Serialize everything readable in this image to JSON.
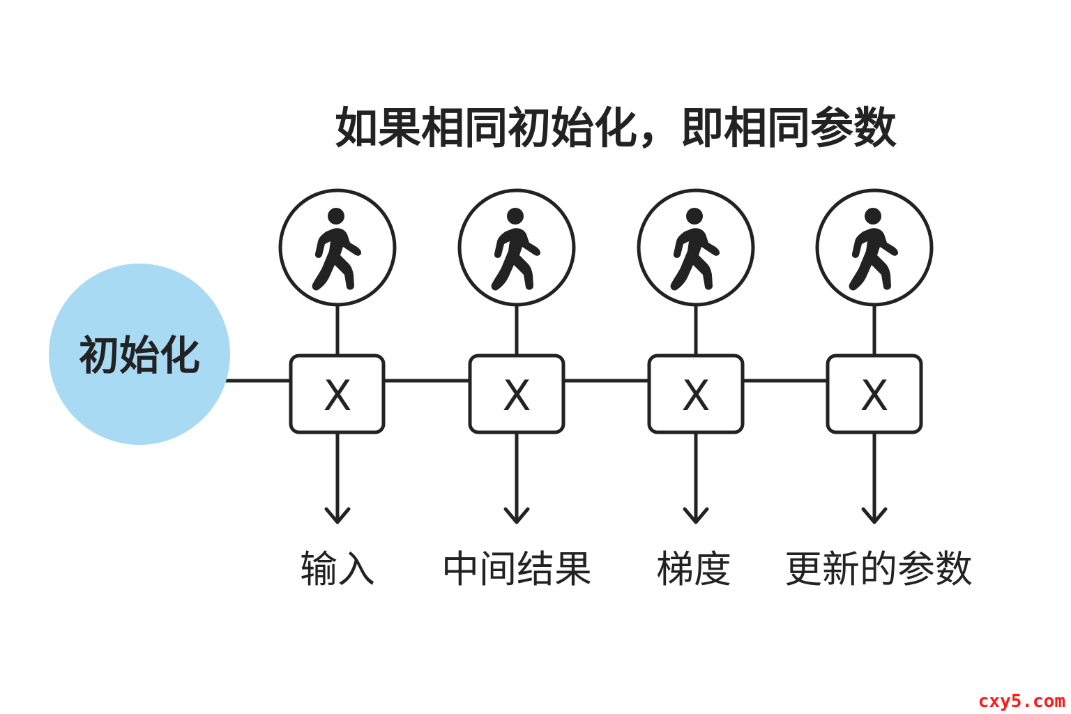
{
  "title": "如果相同初始化，即相同参数",
  "init_label": "初始化",
  "operators": [
    "X",
    "X",
    "X",
    "X"
  ],
  "outputs": [
    "输入",
    "中间结果",
    "梯度",
    "更新的参数"
  ],
  "watermark": "cxy5.com",
  "colors": {
    "line": "#222222",
    "init_fill": "#a9daf4",
    "node_fill": "#ffffff",
    "watermark": "#ff1a1a"
  },
  "icons": {
    "person": "walking-person-icon",
    "arrow": "arrow-down-icon"
  }
}
